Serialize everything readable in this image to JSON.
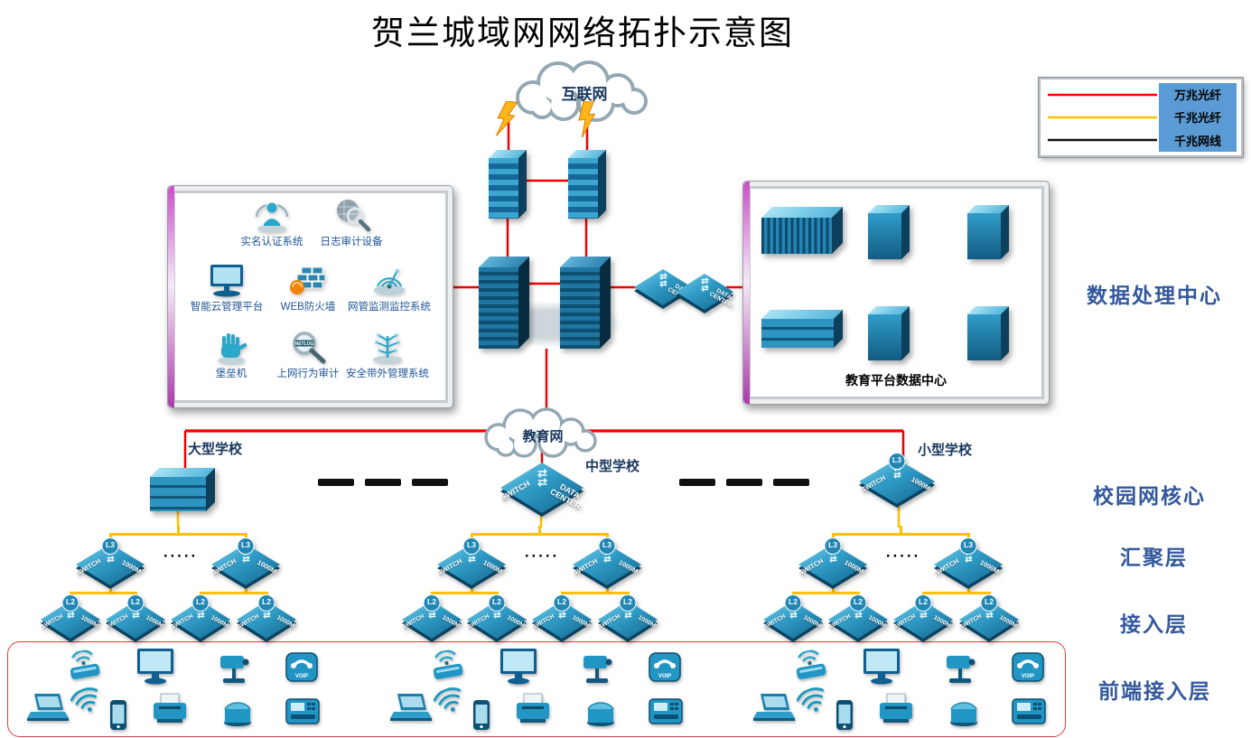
{
  "title": "贺兰城域网网络拓扑示意图",
  "legend": {
    "items": [
      {
        "label": "万兆光纤",
        "color": "#ff0000"
      },
      {
        "label": "千兆光纤",
        "color": "#ffc000"
      },
      {
        "label": "千兆网线",
        "color": "#111111"
      }
    ]
  },
  "clouds": {
    "internet": "互联网",
    "education": "教育网"
  },
  "security_panel": {
    "items": [
      "实名认证系统",
      "日志审计设备",
      "智能云管理平台",
      "WEB防火墙",
      "网管监测监控系统",
      "堡垒机",
      "上网行为审计",
      "安全带外管理系统"
    ]
  },
  "datacenter_panel": {
    "label": "教育平台数据中心"
  },
  "schools": {
    "large": "大型学校",
    "medium": "中型学校",
    "small": "小型学校"
  },
  "layer_labels": {
    "dc": "数据处理中心",
    "core": "校园网核心",
    "agg": "汇聚层",
    "access": "接入层",
    "frontend": "前端接入层"
  },
  "switch": {
    "l3": "L3",
    "l2": "L2",
    "name": "SWITCH",
    "speed": "1000M",
    "dc": "DATA CENTER"
  },
  "misc": {
    "netlog": "NETLOG",
    "voip": "VOIP",
    "more": "·····"
  }
}
